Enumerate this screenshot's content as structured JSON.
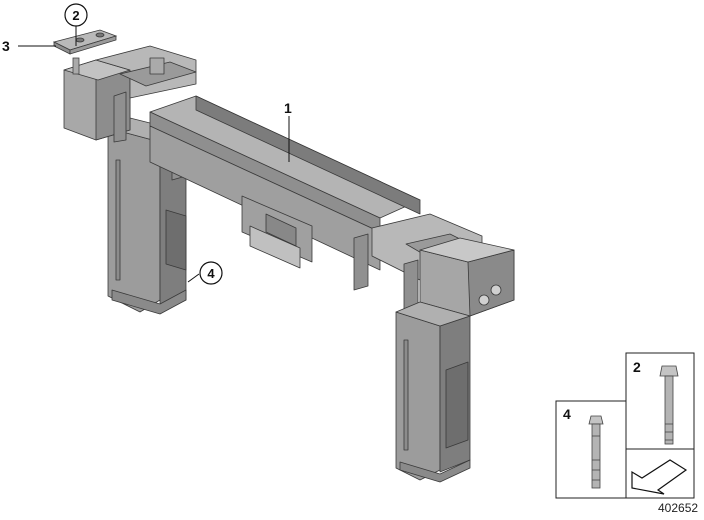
{
  "callouts": {
    "part_1": "1",
    "part_2_circled": "2",
    "part_3": "3",
    "part_4_circled": "4"
  },
  "legend": {
    "box_4_number": "4",
    "box_2_number": "2"
  },
  "reference_number": "402652"
}
